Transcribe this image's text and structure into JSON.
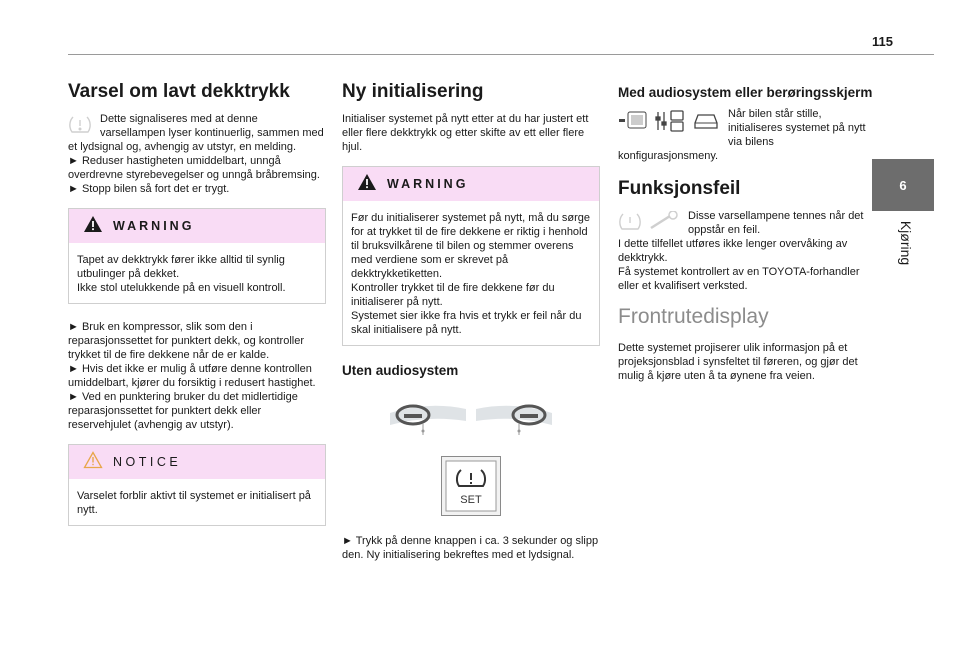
{
  "page": {
    "number": "115",
    "chapter_number": "6",
    "chapter_title": "Kjøring"
  },
  "col1": {
    "title": "Varsel om lavt dekktrykk",
    "intro": "Dette signaliseres med at denne varsellampen lyser kontinuerlig, sammen med et lydsignal og, avhengig av utstyr, en melding.",
    "bullets1": [
      "Reduser hastigheten umiddelbart, unngå overdrevne styrebevegelser og unngå bråbremsing.",
      "Stopp bilen så fort det er trygt."
    ],
    "warning": {
      "label": "WARNING",
      "lines": [
        "Tapet av dekktrykk fører ikke alltid til synlig utbulinger på dekket.",
        "Ikke stol utelukkende på en visuell kontroll."
      ]
    },
    "bullets2": [
      "Bruk en kompressor, slik som den i reparasjonssettet for punktert dekk, og kontroller trykket til de fire dekkene når de er kalde.",
      "Hvis det ikke er mulig å utføre denne kontrollen umiddelbart, kjører du forsiktig i redusert hastighet.",
      "Ved en punktering bruker du det midlertidige reparasjonssettet for punktert dekk eller reservehjulet (avhengig av utstyr)."
    ],
    "notice": {
      "label": "NOTICE",
      "text": "Varselet forblir aktivt til systemet er initialisert på nytt."
    }
  },
  "col2": {
    "title": "Ny initialisering",
    "intro": "Initialiser systemet på nytt etter at du har justert ett eller flere dekktrykk og etter skifte av ett eller flere hjul.",
    "warning": {
      "label": "WARNING",
      "lines": [
        "Før du initialiserer systemet på nytt, må du sørge for at trykket til de fire dekkene er riktig i henhold til bruksvilkårene til bilen og stemmer overens med verdiene som er skrevet på dekktrykketiketten.",
        "Kontroller trykket til de fire dekkene før du initialiserer på nytt.",
        "Systemet sier ikke fra hvis et trykk er feil når du skal initialisere på nytt."
      ]
    },
    "subtitle": "Uten audiosystem",
    "set_label": "SET",
    "step": "Trykk på denne knappen i ca. 3 sekunder og slipp den. Ny initialisering bekreftes med et lydsignal."
  },
  "col3": {
    "subtitle": "Med audiosystem eller berøringsskjerm",
    "audio_text": "Når bilen står stille, initialiseres systemet på nytt via bilens konfigurasjonsmeny.",
    "title2": "Funksjonsfeil",
    "fault_lines": [
      "Disse varsellampene tennes når det oppstår en feil.",
      "I dette tilfellet utføres ikke lenger overvåking av dekktrykk.",
      "Få systemet kontrollert av en TOYOTA-forhandler eller et kvalifisert verksted."
    ],
    "title3": "Frontrutedisplay",
    "hud_text": "Dette systemet projiserer ulik informasjon på et projeksjonsblad i synsfeltet til føreren, og gjør det mulig å kjøre uten å ta øynene fra veien."
  },
  "colors": {
    "box_header": "#f9dcf5",
    "warning_icon": "#1a1a1a",
    "notice_icon": "#e8a64a",
    "side_tab": "#6d6d6d",
    "light_title": "#8c8c8c"
  },
  "icons": [
    "tire-pressure-warning-icon",
    "warning-triangle-icon",
    "notice-triangle-icon",
    "steering-wheel-icon",
    "set-button-icon",
    "wrench-icon"
  ]
}
